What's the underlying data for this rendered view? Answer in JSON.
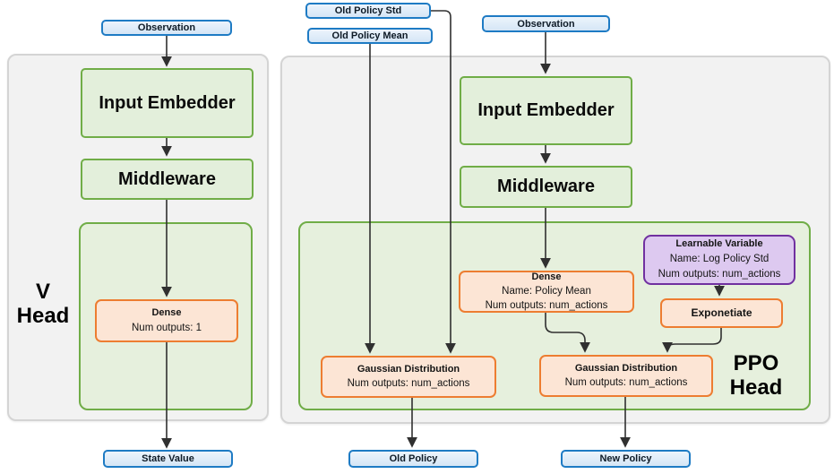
{
  "colors": {
    "io_border": "#1e7bc4",
    "io_fill": "#d9e8f8",
    "process_border": "#70ad47",
    "process_fill": "#e3efdb",
    "layer_border": "#ed7d31",
    "layer_fill": "#fce5d5",
    "variable_border": "#7030a0",
    "variable_fill": "#ddc9f0",
    "panel_fill": "#f2f2f2",
    "panel_border": "#d4d4d4",
    "connector": "#303030"
  },
  "v_head": {
    "title_line1": "V",
    "title_line2": "Head",
    "observation": "Observation",
    "input_embedder": "Input Embedder",
    "middleware": "Middleware",
    "dense": {
      "title": "Dense",
      "outputs": "Num outputs: 1"
    },
    "output": "State Value"
  },
  "ppo_head": {
    "title_line1": "PPO",
    "title_line2": "Head",
    "inputs": {
      "old_policy_std": "Old Policy Std",
      "old_policy_mean": "Old Policy Mean",
      "observation": "Observation"
    },
    "input_embedder": "Input Embedder",
    "middleware": "Middleware",
    "dense": {
      "title": "Dense",
      "name": "Name: Policy Mean",
      "outputs": "Num outputs: num_actions"
    },
    "learnable_variable": {
      "title": "Learnable Variable",
      "name": "Name: Log Policy Std",
      "outputs": "Num outputs: num_actions"
    },
    "exponetiate": "Exponetiate",
    "gaussian_old": {
      "title": "Gaussian Distribution",
      "outputs": "Num outputs: num_actions"
    },
    "gaussian_new": {
      "title": "Gaussian Distribution",
      "outputs": "Num outputs: num_actions"
    },
    "outputs": {
      "old_policy": "Old Policy",
      "new_policy": "New Policy"
    }
  }
}
